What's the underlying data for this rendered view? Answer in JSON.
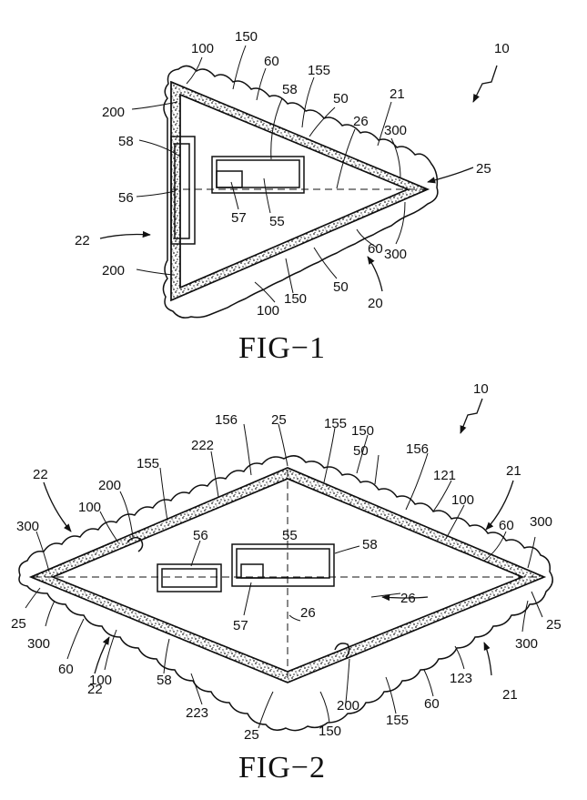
{
  "figure1": {
    "caption": "FIG−1",
    "labels": {
      "ref_10": "10",
      "ref_100_top": "100",
      "ref_150_top": "150",
      "ref_60_top": "60",
      "ref_155": "155",
      "ref_58_top": "58",
      "ref_50_top": "50",
      "ref_21": "21",
      "ref_200_top": "200",
      "ref_26": "26",
      "ref_300_top": "300",
      "ref_58_left": "58",
      "ref_25": "25",
      "ref_56": "56",
      "ref_57": "57",
      "ref_55": "55",
      "ref_22": "22",
      "ref_60_bottom": "60",
      "ref_300_bottom": "300",
      "ref_200_bottom": "200",
      "ref_150_bottom": "150",
      "ref_50_bottom": "50",
      "ref_100_bottom": "100",
      "ref_20": "20"
    }
  },
  "figure2": {
    "caption": "FIG−2",
    "labels": {
      "ref_10": "10",
      "ref_156_left": "156",
      "ref_25_top": "25",
      "ref_155_top": "155",
      "ref_150_top": "150",
      "ref_222": "222",
      "ref_50": "50",
      "ref_156_right": "156",
      "ref_22_top": "22",
      "ref_155_left": "155",
      "ref_121": "121",
      "ref_21_top": "21",
      "ref_200_top": "200",
      "ref_100_right": "100",
      "ref_100_left": "100",
      "ref_60_right": "60",
      "ref_300_left": "300",
      "ref_300_right": "300",
      "ref_56": "56",
      "ref_55": "55",
      "ref_58": "58",
      "ref_26_center": "26",
      "ref_26_right": "26",
      "ref_57": "57",
      "ref_25_left": "25",
      "ref_25_right": "25",
      "ref_300_lower_left": "300",
      "ref_300_lower_right": "300",
      "ref_60_left": "60",
      "ref_123": "123",
      "ref_100_lower": "100",
      "ref_58_lower": "58",
      "ref_22_bottom": "22",
      "ref_200_bottom": "200",
      "ref_155_bottom": "155",
      "ref_60_lower_right": "60",
      "ref_21_bottom": "21",
      "ref_223": "223",
      "ref_150_bottom": "150",
      "ref_25_bottom": "25"
    }
  }
}
